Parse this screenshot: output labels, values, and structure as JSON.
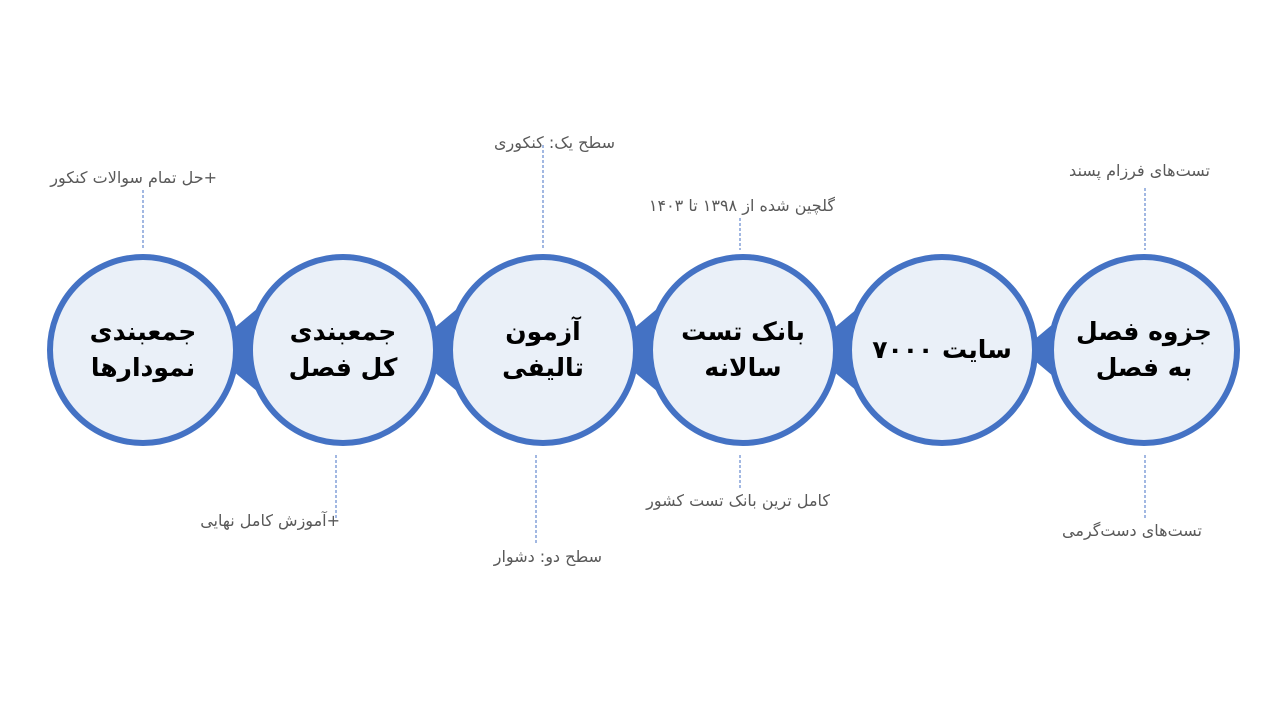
{
  "steps": [
    {
      "title": "جزوه فصل\nبه فصل",
      "note_top": "تست‌های فرزام پسند",
      "note_bottom": "تست‌های دست‌گرمی"
    },
    {
      "title": "سایت ۷۰۰۰",
      "note_top": "",
      "note_bottom": ""
    },
    {
      "title": "بانک تست\nسالانه",
      "note_top": "گلچین شده از ۱۳۹۸ تا ۱۴۰۳",
      "note_bottom": "کامل ترین بانک تست کشور"
    },
    {
      "title": "آزمون\nتالیفی",
      "note_top": "سطح یک: کنکوری",
      "note_bottom": "سطح دو: دشوار"
    },
    {
      "title": "جمعبندی\nکل فصل",
      "note_top": "",
      "note_bottom": "+آموزش کامل نهایی"
    },
    {
      "title": "جمعبندی\nنمودارها",
      "note_top": "+حل تمام سوالات کنکور",
      "note_bottom": ""
    }
  ],
  "colors": {
    "accent": "#4472C4",
    "circle_fill": "#EAF0F8",
    "note_text": "#595959"
  }
}
